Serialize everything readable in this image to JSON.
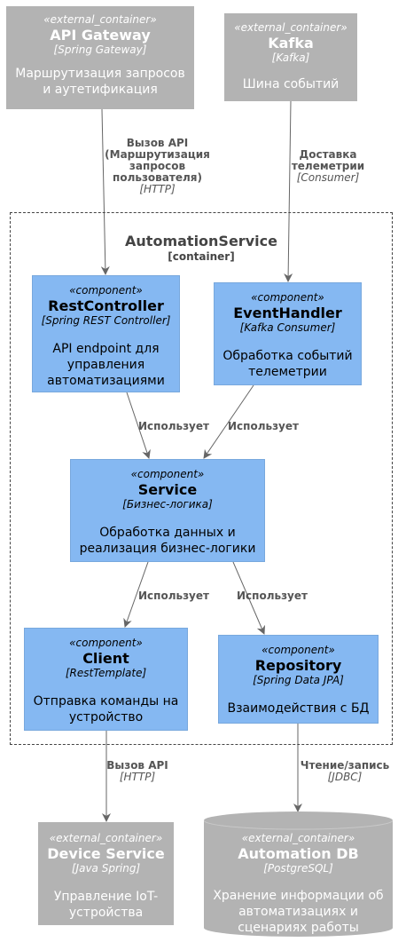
{
  "boundary": {
    "name": "AutomationService",
    "stereotype": "[container]"
  },
  "nodes": {
    "gateway": {
      "stereotype": "«external_container»",
      "name": "API Gateway",
      "tech": "[Spring Gateway]",
      "desc": "Маршрутизация запросов и аутетификация"
    },
    "kafka": {
      "stereotype": "«external_container»",
      "name": "Kafka",
      "tech": "[Kafka]",
      "desc": "Шина событий"
    },
    "rest": {
      "stereotype": "«component»",
      "name": "RestController",
      "tech": "[Spring REST Controller]",
      "desc": "API endpoint для управления автоматизациями"
    },
    "event": {
      "stereotype": "«component»",
      "name": "EventHandler",
      "tech": "[Kafka Consumer]",
      "desc": "Обработка событий телеметрии"
    },
    "service": {
      "stereotype": "«component»",
      "name": "Service",
      "tech": "[Бизнес-логика]",
      "desc": "Обработка данных и реализация бизнес-логики"
    },
    "client": {
      "stereotype": "«component»",
      "name": "Client",
      "tech": "[RestTemplate]",
      "desc": "Отправка команды на устройство"
    },
    "repo": {
      "stereotype": "«component»",
      "name": "Repository",
      "tech": "[Spring Data JPA]",
      "desc": "Взаимодействия с БД"
    },
    "device": {
      "stereotype": "«external_container»",
      "name": "Device Service",
      "tech": "[Java Spring]",
      "desc": "Управление IoT-устройства"
    },
    "db": {
      "stereotype": "«external_container»",
      "name": "Automation DB",
      "tech": "[PostgreSQL]",
      "desc": "Хранение информации об автоматизациях и сценариях работы"
    }
  },
  "edges": {
    "gateway_rest": {
      "label": "Вызов API (Маршрутизация запросов пользователя)",
      "tech": "[HTTP]"
    },
    "kafka_event": {
      "label": "Доставка телеметрии",
      "tech": "[Consumer]"
    },
    "rest_service": {
      "label": "Использует"
    },
    "event_service": {
      "label": "Использует"
    },
    "service_client": {
      "label": "Использует"
    },
    "service_repo": {
      "label": "Использует"
    },
    "client_device": {
      "label": "Вызов API",
      "tech": "[HTTP]"
    },
    "repo_db": {
      "label": "Чтение/запись",
      "tech": "[JDBC]"
    }
  },
  "colors": {
    "component": "#85b8f2",
    "external": "#b3b3b3",
    "arrow": "#666666"
  }
}
